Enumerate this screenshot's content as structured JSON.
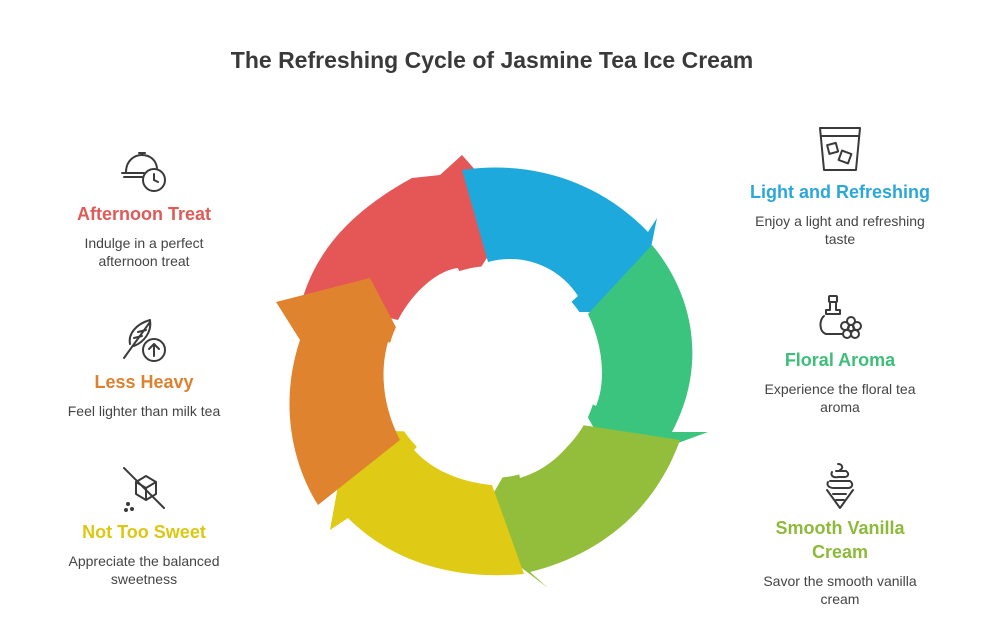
{
  "title": "The Refreshing Cycle of Jasmine Tea Ice Cream",
  "colors": {
    "red": "#E55656",
    "blue": "#1EA9DC",
    "green": "#3BC47E",
    "lime": "#93BE3B",
    "yellow": "#DFCB15",
    "orange": "#E0832F"
  },
  "items": {
    "afternoon": {
      "heading": "Afternoon Treat",
      "desc_line1": "Indulge in a perfect",
      "desc_line2": "afternoon treat",
      "icon": "cloche-clock-icon",
      "color": "#E05A57"
    },
    "less_heavy": {
      "heading": "Less Heavy",
      "desc_line1": "Feel lighter than milk tea",
      "icon": "leaf-arrow-up-icon",
      "color": "#DB8130"
    },
    "not_sweet": {
      "heading": "Not Too Sweet",
      "desc_line1": "Appreciate the balanced",
      "desc_line2": "sweetness",
      "icon": "no-sugar-cube-icon",
      "color": "#DCC712"
    },
    "light": {
      "heading": "Light and Refreshing",
      "desc_line1": "Enjoy a light and refreshing",
      "desc_line2": "taste",
      "icon": "iced-glass-icon",
      "color": "#2BA7D9"
    },
    "floral": {
      "heading": "Floral Aroma",
      "desc_line1": "Experience the floral tea",
      "desc_line2": "aroma",
      "icon": "perfume-flower-icon",
      "color": "#3DBF79"
    },
    "vanilla": {
      "heading_line1": "Smooth Vanilla",
      "heading_line2": "Cream",
      "desc_line1": "Savor the smooth vanilla",
      "desc_line2": "cream",
      "icon": "ice-cream-cone-icon",
      "color": "#8DBA3A"
    }
  }
}
